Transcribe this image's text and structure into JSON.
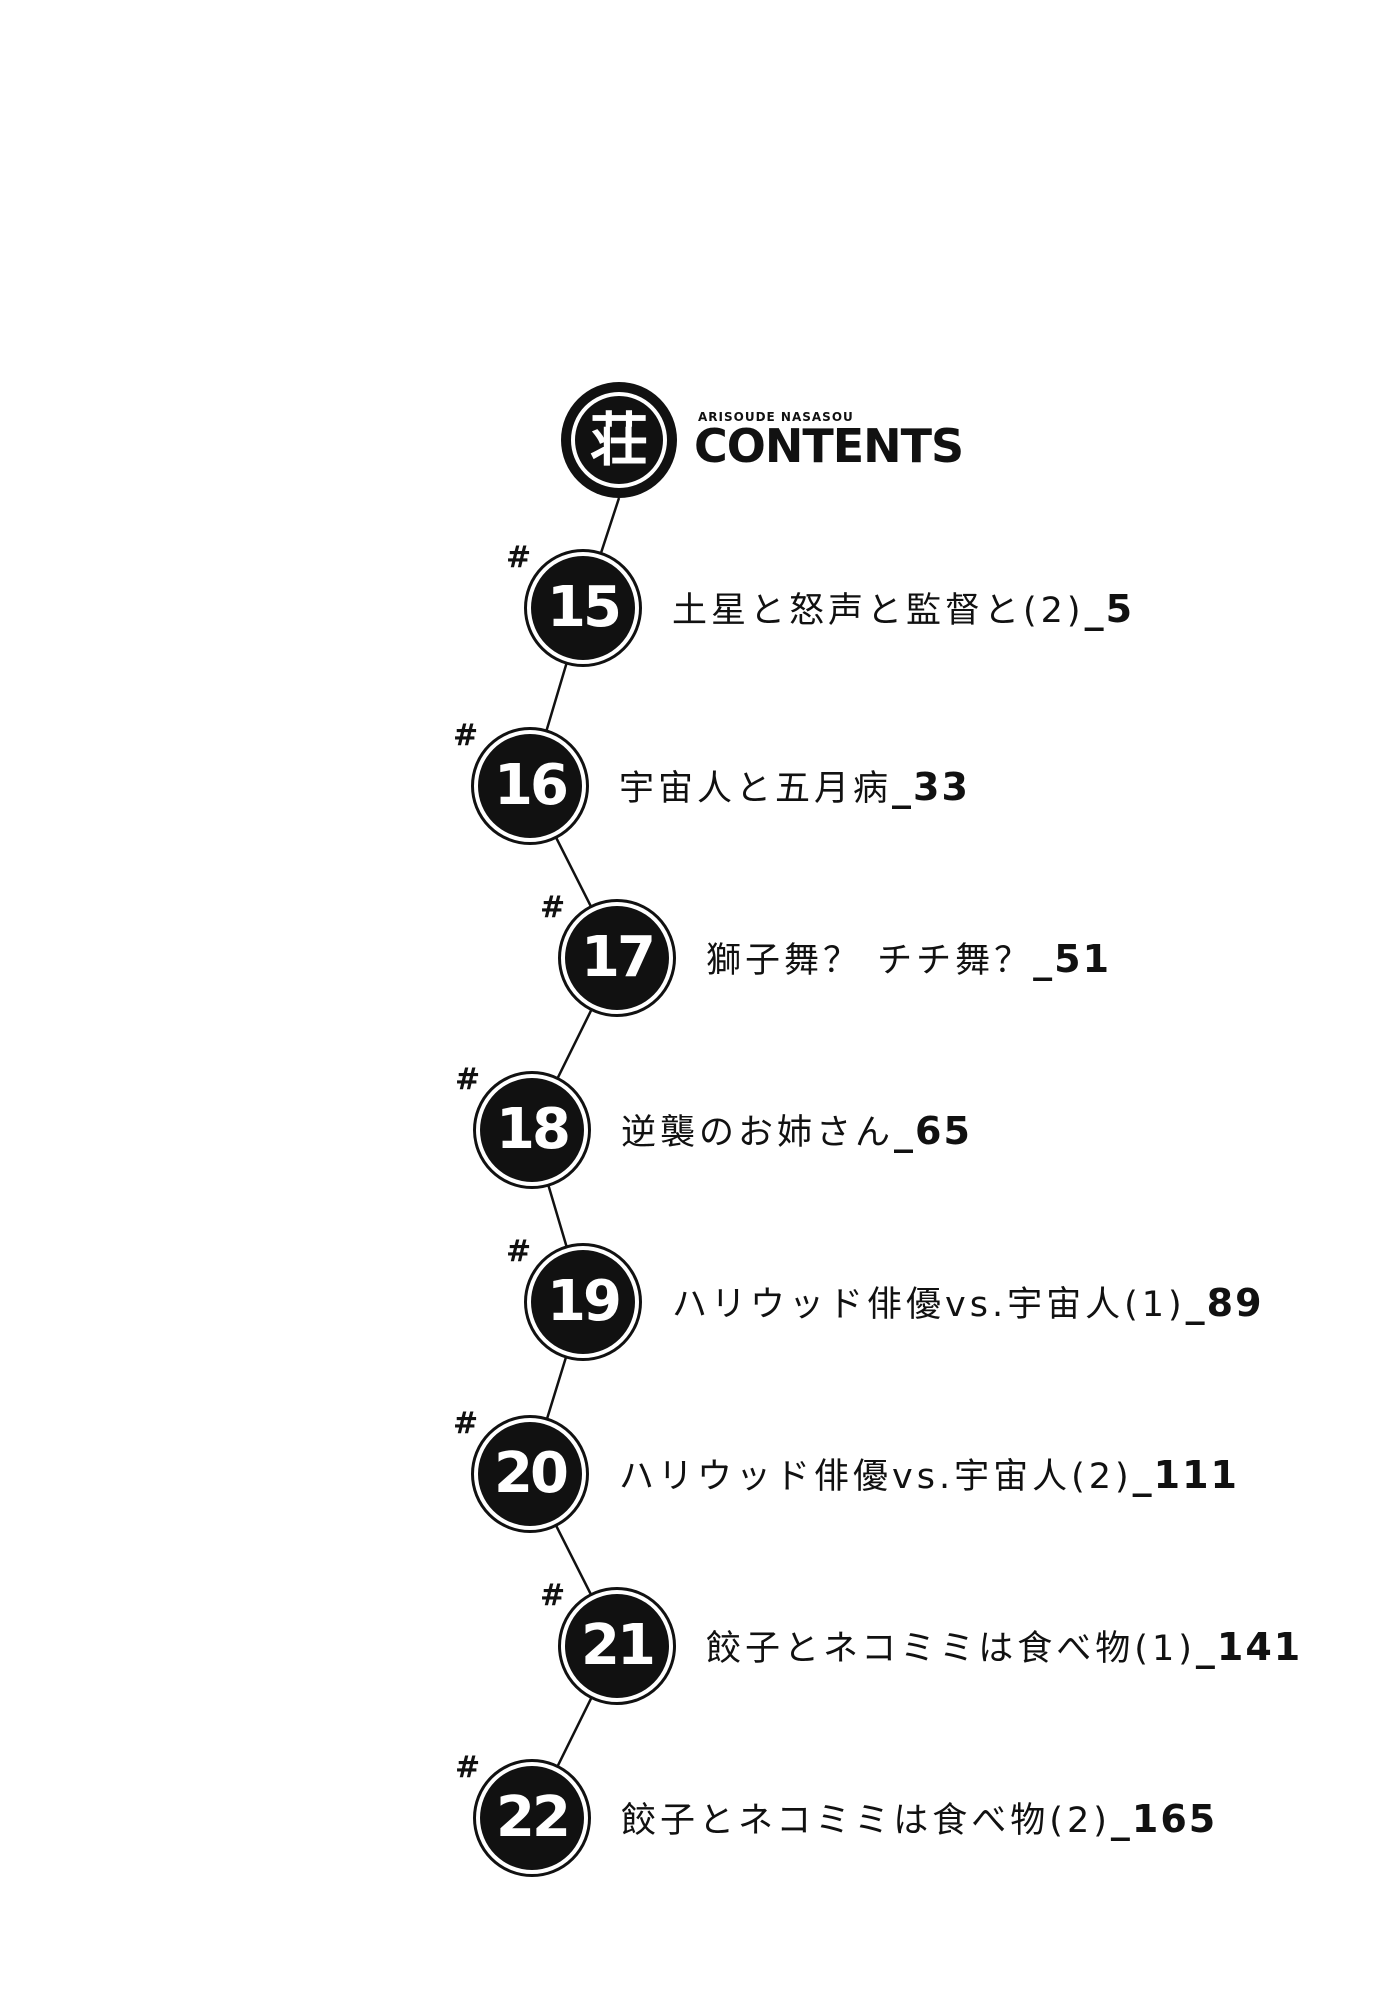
{
  "header": {
    "logo_glyph": "荘",
    "subtitle": "ARISOUDE NASASOU",
    "title": "CONTENTS"
  },
  "chapters": [
    {
      "hash": "#",
      "number": "15",
      "title": "土星と怒声と監督と(2)",
      "page": "_5"
    },
    {
      "hash": "#",
      "number": "16",
      "title": "宇宙人と五月病",
      "page": "_33"
    },
    {
      "hash": "#",
      "number": "17",
      "title": "獅子舞？ チチ舞？",
      "page": "_51"
    },
    {
      "hash": "#",
      "number": "18",
      "title": "逆襲のお姉さん",
      "page": "_65"
    },
    {
      "hash": "#",
      "number": "19",
      "title": "ハリウッド俳優vs.宇宙人(1)",
      "page": "_89"
    },
    {
      "hash": "#",
      "number": "20",
      "title": "ハリウッド俳優vs.宇宙人(2)",
      "page": "_111"
    },
    {
      "hash": "#",
      "number": "21",
      "title": "餃子とネコミミは食べ物(1)",
      "page": "_141"
    },
    {
      "hash": "#",
      "number": "22",
      "title": "餃子とネコミミは食べ物(2)",
      "page": "_165"
    }
  ]
}
